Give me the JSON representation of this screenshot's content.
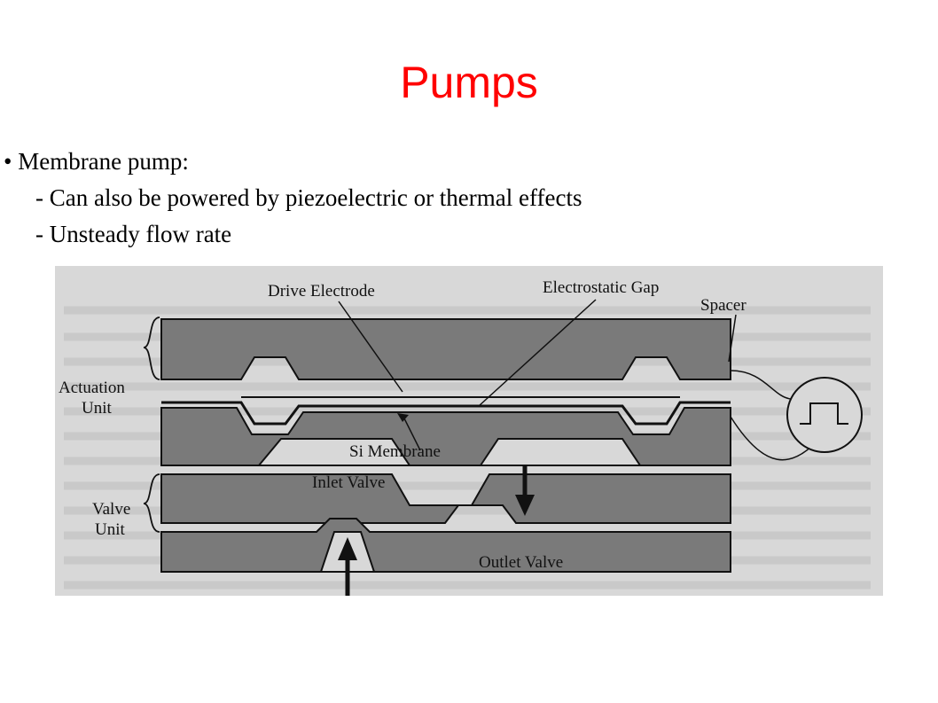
{
  "slide": {
    "title": "Pumps",
    "bullet_heading": "• Membrane pump:",
    "sub_items": [
      "- Can also be powered by piezoelectric or thermal effects",
      "- Unsteady flow rate"
    ]
  },
  "figure": {
    "labels": {
      "drive_electrode": "Drive Electrode",
      "electrostatic_gap": "Electrostatic Gap",
      "spacer": "Spacer",
      "actuation_unit_1": "Actuation",
      "actuation_unit_2": "Unit",
      "si_membrane": "Si Membrane",
      "inlet_valve": "Inlet Valve",
      "valve_unit_1": "Valve",
      "valve_unit_2": "Unit",
      "outlet_valve": "Outlet Valve"
    },
    "colors": {
      "background": "#d8d8d8",
      "layer": "#7a7a7a",
      "line": "#111111"
    }
  }
}
